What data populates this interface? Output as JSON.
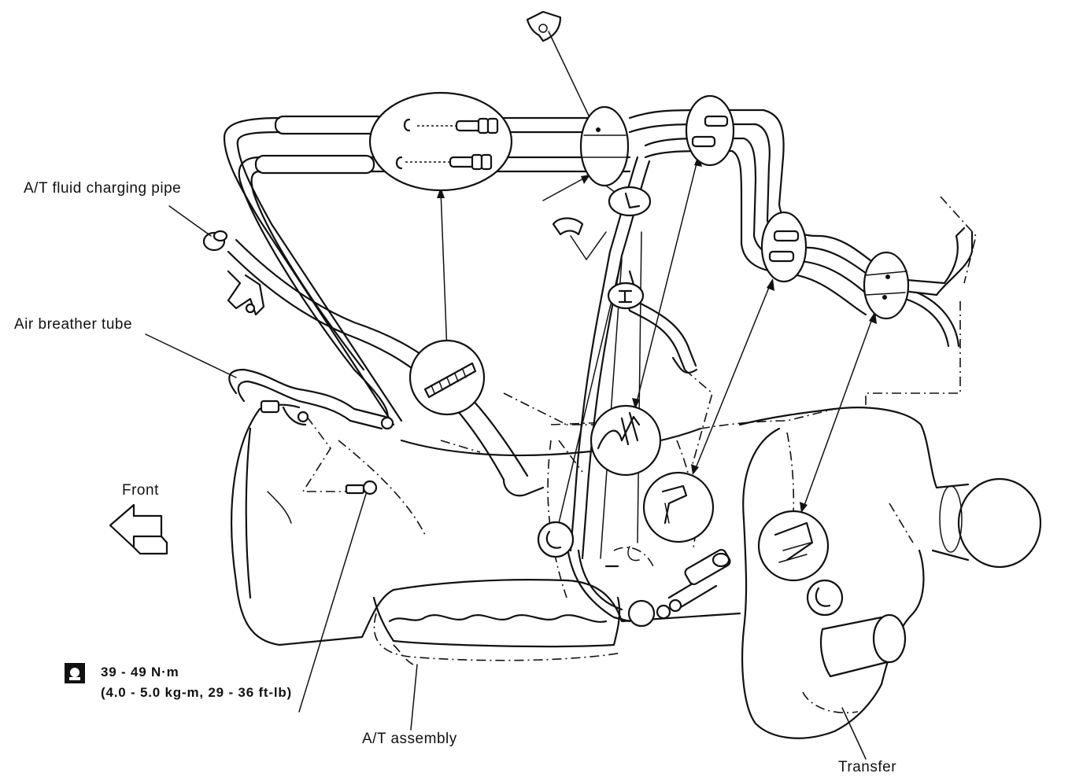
{
  "labels": {
    "charging_pipe": "A/T fluid charging pipe",
    "breather_tube": "Air breather tube",
    "front": "Front",
    "at_assembly": "A/T assembly",
    "transfer": "Transfer"
  },
  "torque": {
    "icon": "torque-wrench-icon",
    "line1": "39 - 49 N·m",
    "line2": "(4.0 - 5.0 kg-m, 29 - 36 ft-lb)"
  }
}
